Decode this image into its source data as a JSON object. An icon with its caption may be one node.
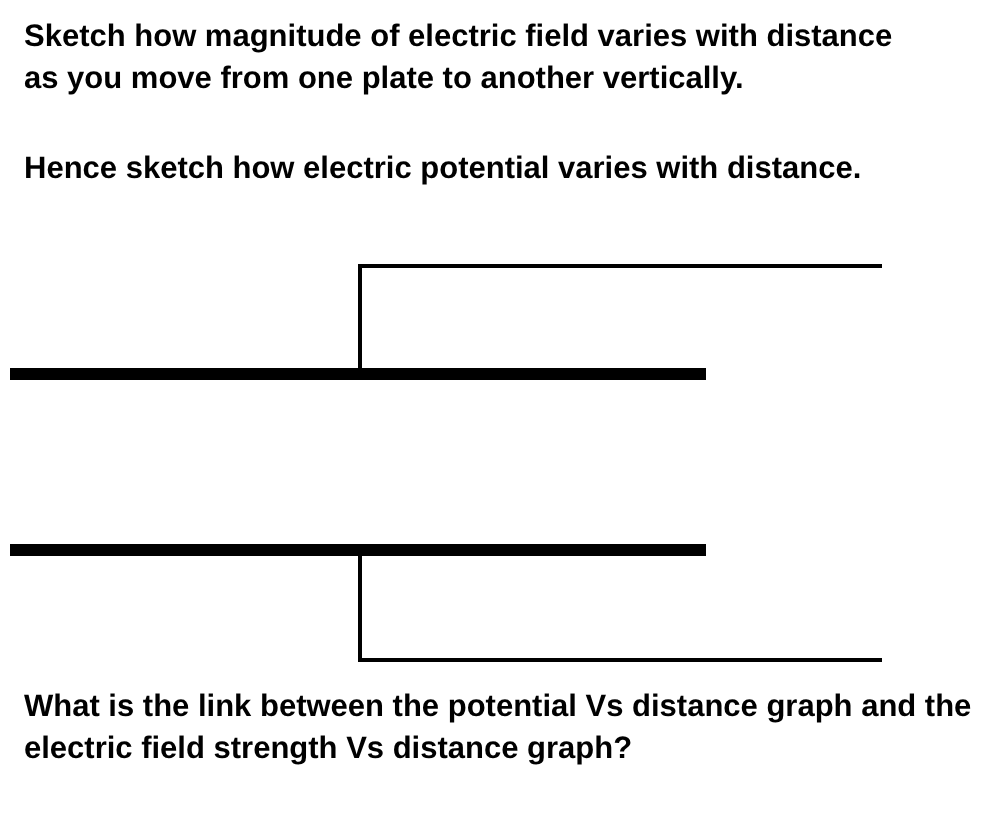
{
  "diagram": {
    "labels": [
      "Sketch how magnitude of electric field varies with distance as you move from one plate to another vertically.",
      "Hence sketch how electric potential varies with distance.",
      "What is the link between the potential Vs distance graph and the electric field strength Vs distance graph?"
    ]
  }
}
